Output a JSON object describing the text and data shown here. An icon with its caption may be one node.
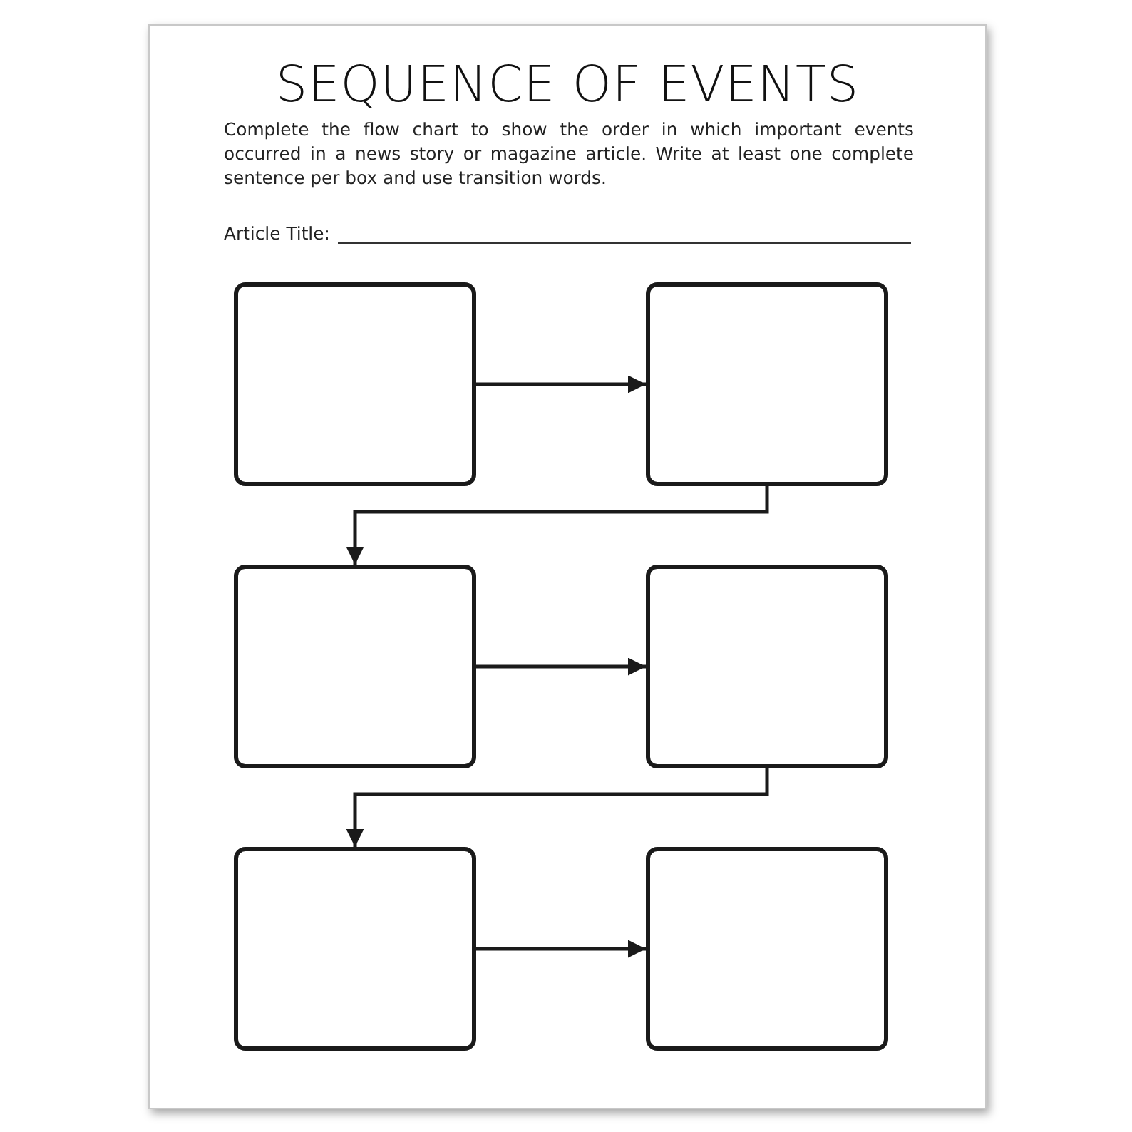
{
  "diagram": {
    "title": "SEQUENCE OF EVENTS",
    "nodes": [
      {
        "text": [],
        "shape": "box"
      },
      {
        "text": [],
        "shape": "box"
      },
      {
        "text": [],
        "shape": "box"
      },
      {
        "text": [],
        "shape": "box"
      },
      {
        "text": [],
        "shape": "box"
      },
      {
        "text": [],
        "shape": "box"
      }
    ],
    "edges": [
      {
        "from": 0,
        "to": 1,
        "arrow": "to"
      },
      {
        "from": 1,
        "to": 2,
        "arrow": "to"
      },
      {
        "from": 2,
        "to": 3,
        "arrow": "to"
      },
      {
        "from": 3,
        "to": 4,
        "arrow": "to"
      },
      {
        "from": 4,
        "to": 5,
        "arrow": "to"
      }
    ],
    "labels": [
      "Complete the flow chart to show the order in which important events occurred in a news story or magazine article. Write at least one complete sentence per box and use transition words.",
      "Article Title:"
    ]
  }
}
